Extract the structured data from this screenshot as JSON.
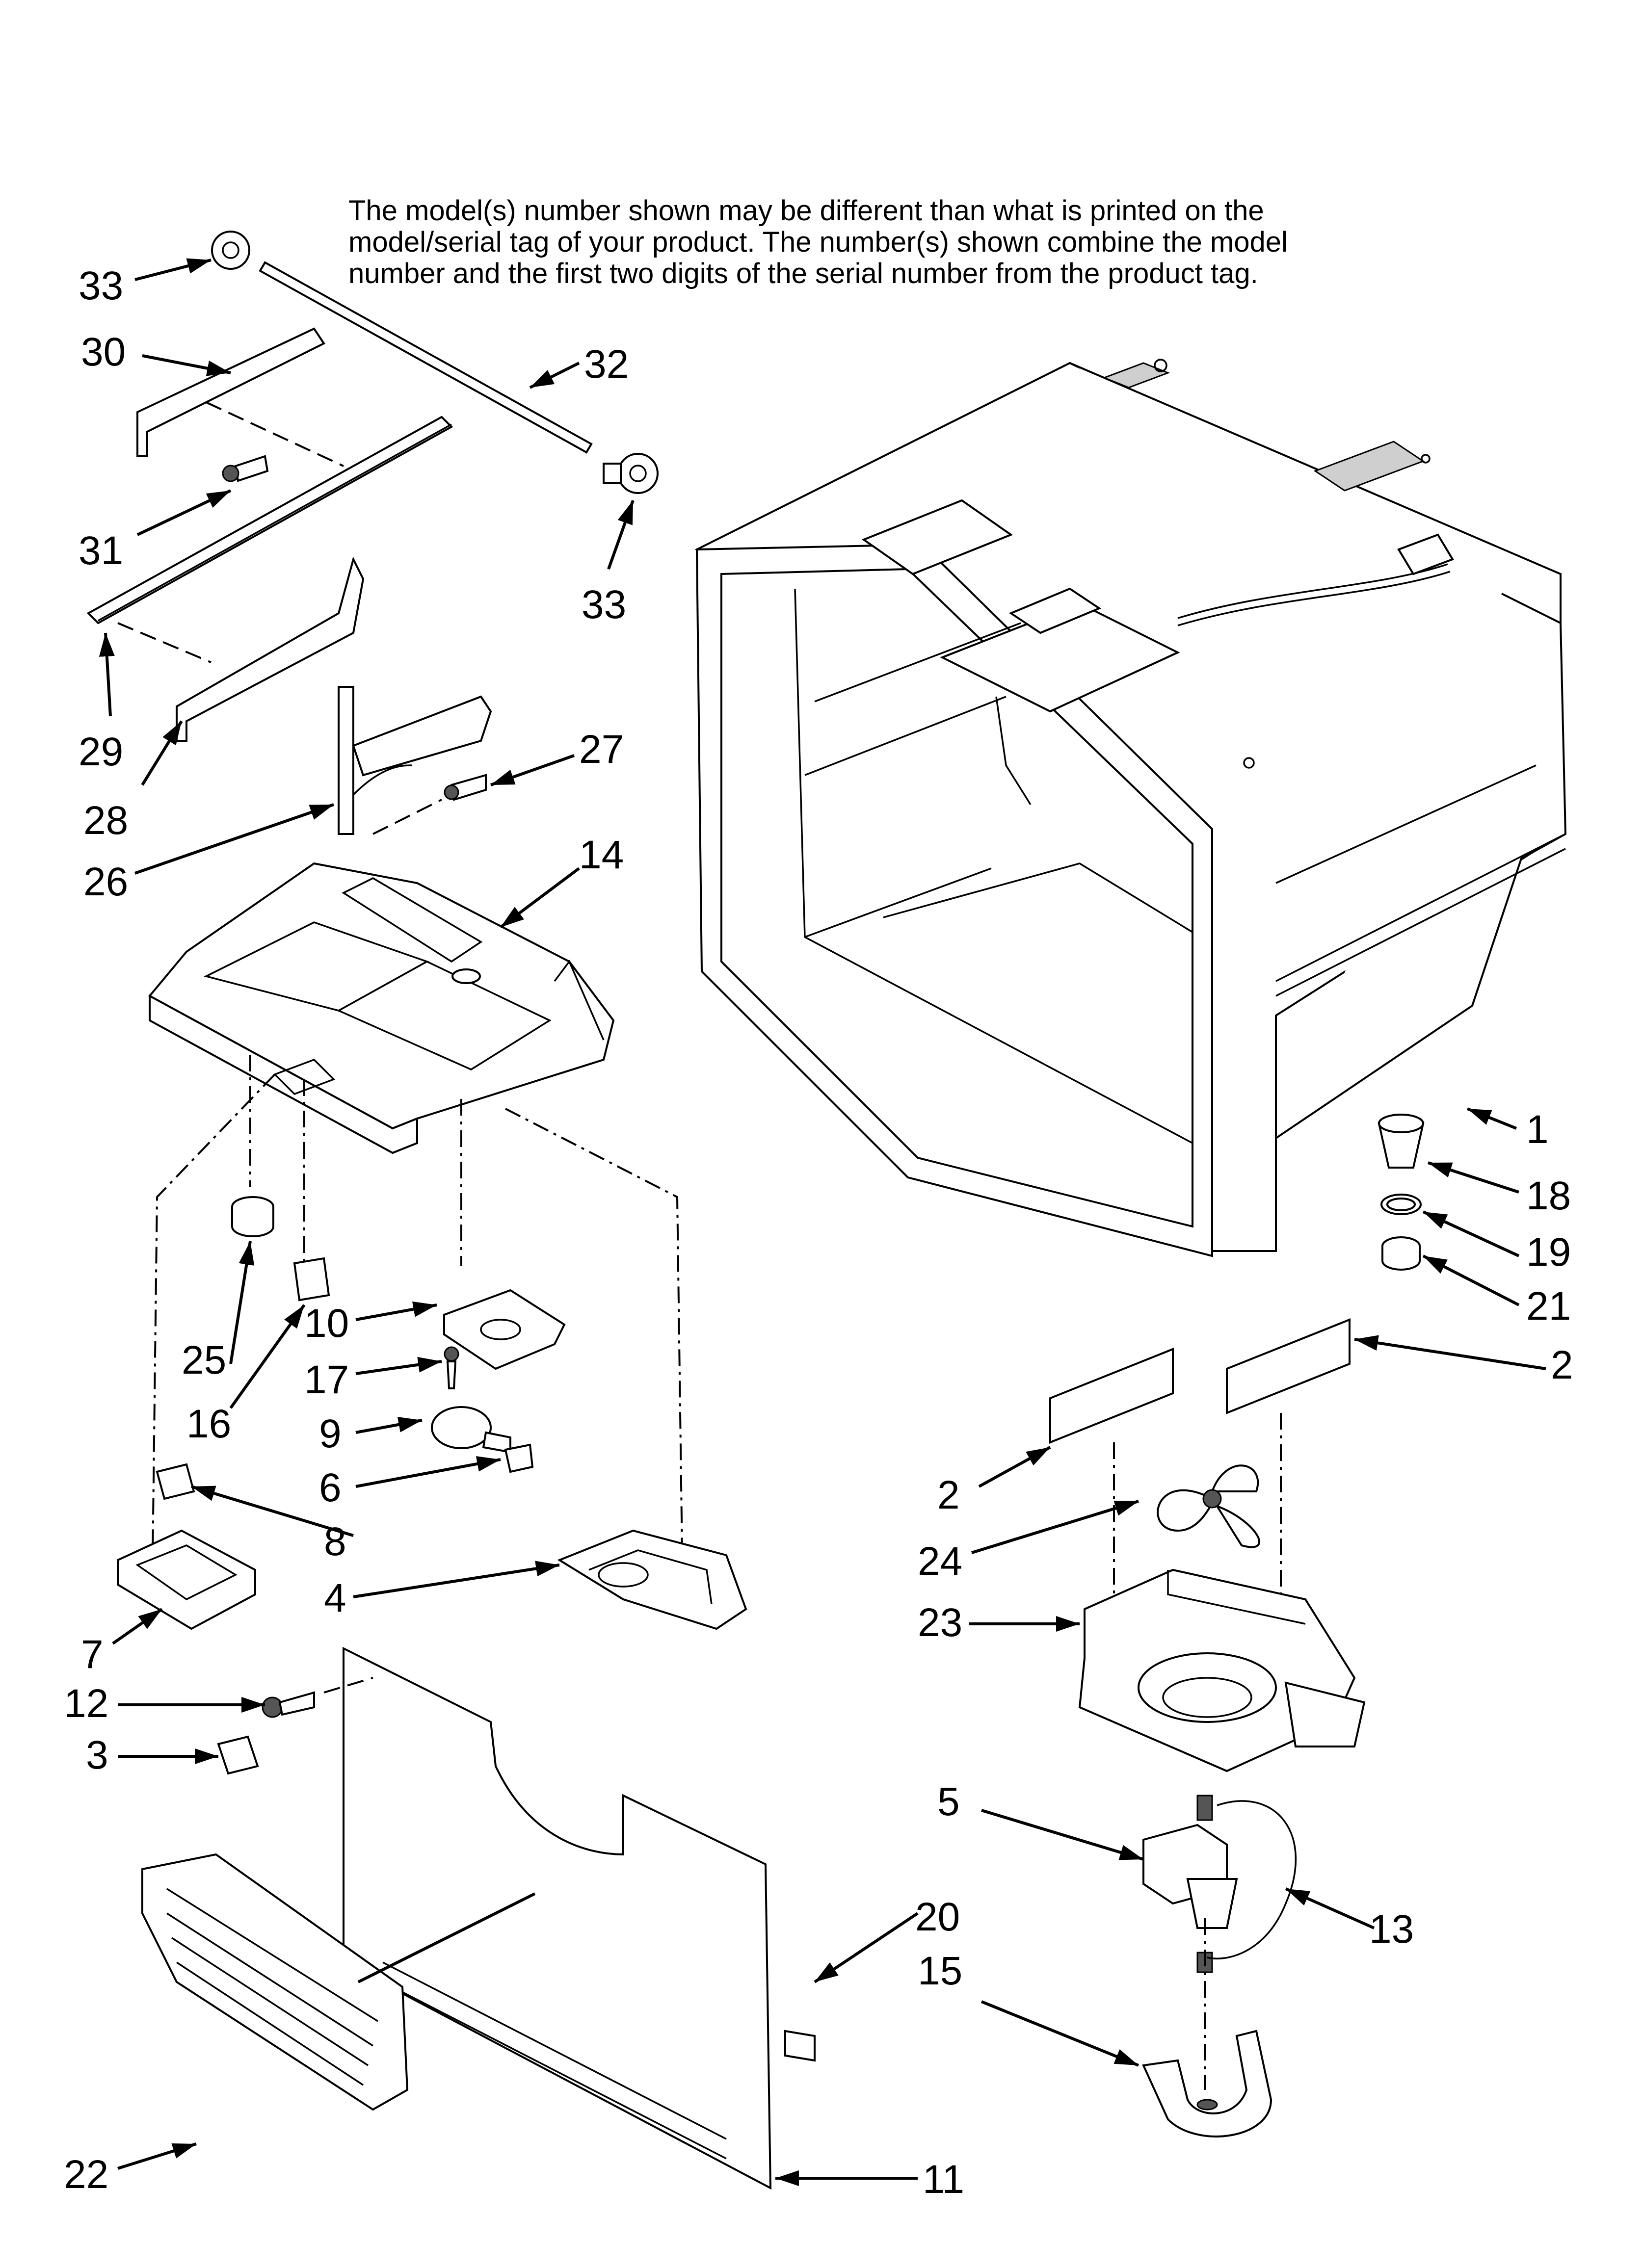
{
  "note": {
    "line1": "The model(s) number shown may be different than what is printed on the",
    "line2": "model/serial tag of your product. The number(s) shown combine the model",
    "line3": "number and the first two digits of the serial number from the product tag."
  },
  "labels": [
    {
      "id": "33a",
      "text": "33"
    },
    {
      "id": "30",
      "text": "30"
    },
    {
      "id": "32",
      "text": "32"
    },
    {
      "id": "31",
      "text": "31"
    },
    {
      "id": "33b",
      "text": "33"
    },
    {
      "id": "29",
      "text": "29"
    },
    {
      "id": "28",
      "text": "28"
    },
    {
      "id": "27",
      "text": "27"
    },
    {
      "id": "26",
      "text": "26"
    },
    {
      "id": "14",
      "text": "14"
    },
    {
      "id": "1",
      "text": "1"
    },
    {
      "id": "18",
      "text": "18"
    },
    {
      "id": "19",
      "text": "19"
    },
    {
      "id": "21",
      "text": "21"
    },
    {
      "id": "2a",
      "text": "2"
    },
    {
      "id": "2b",
      "text": "2"
    },
    {
      "id": "25",
      "text": "25"
    },
    {
      "id": "16",
      "text": "16"
    },
    {
      "id": "10",
      "text": "10"
    },
    {
      "id": "17",
      "text": "17"
    },
    {
      "id": "9",
      "text": "9"
    },
    {
      "id": "6",
      "text": "6"
    },
    {
      "id": "8",
      "text": "8"
    },
    {
      "id": "4",
      "text": "4"
    },
    {
      "id": "7",
      "text": "7"
    },
    {
      "id": "24",
      "text": "24"
    },
    {
      "id": "23",
      "text": "23"
    },
    {
      "id": "12",
      "text": "12"
    },
    {
      "id": "3",
      "text": "3"
    },
    {
      "id": "5",
      "text": "5"
    },
    {
      "id": "13",
      "text": "13"
    },
    {
      "id": "20",
      "text": "20"
    },
    {
      "id": "15",
      "text": "15"
    },
    {
      "id": "22",
      "text": "22"
    },
    {
      "id": "11",
      "text": "11"
    }
  ]
}
